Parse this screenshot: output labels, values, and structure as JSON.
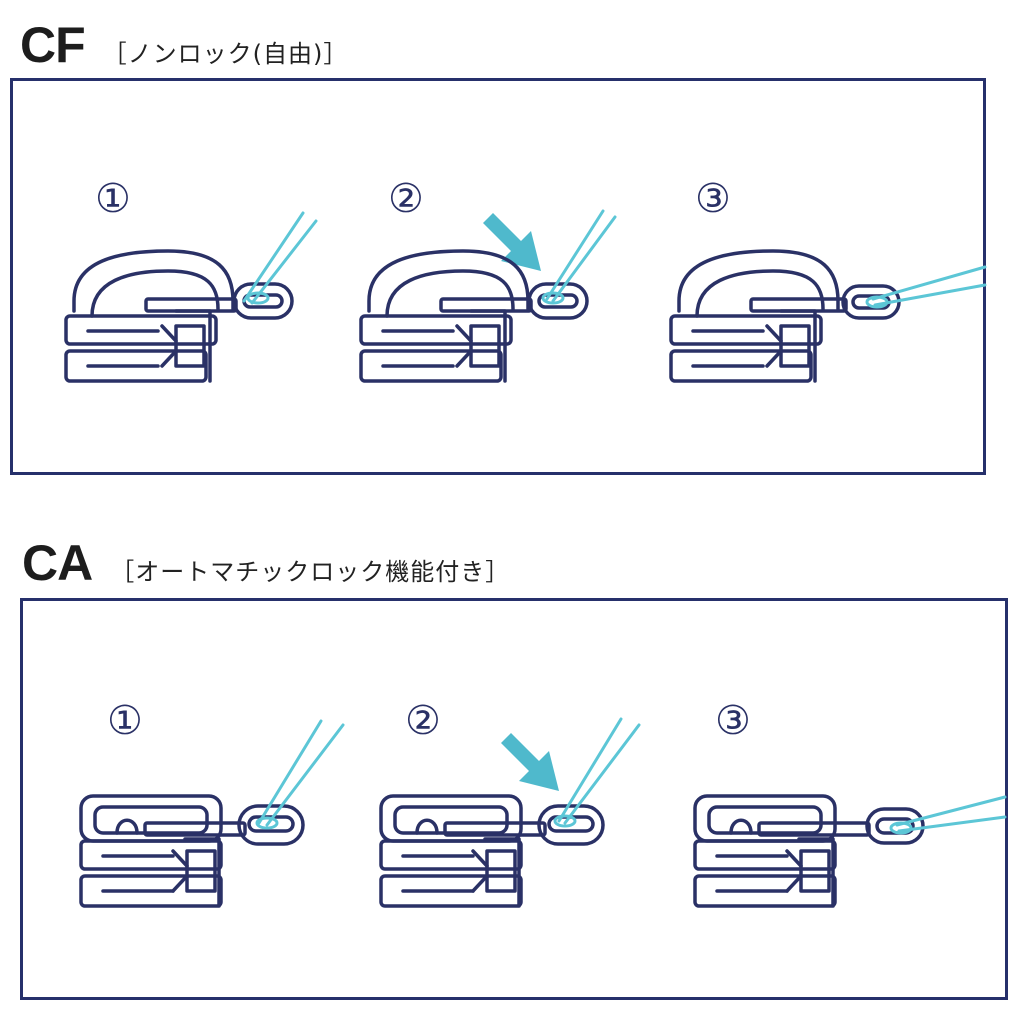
{
  "sections": [
    {
      "code": "CF",
      "subtitle": "［ノンロック(自由)］",
      "steps": [
        {
          "label": "①"
        },
        {
          "label": "②"
        },
        {
          "label": "③"
        }
      ]
    },
    {
      "code": "CA",
      "subtitle": "［オートマチックロック機能付き］",
      "steps": [
        {
          "label": "①"
        },
        {
          "label": "②"
        },
        {
          "label": "③"
        }
      ]
    }
  ],
  "colors": {
    "outline": "#2a3166",
    "cord": "#5cc6d6",
    "arrow": "#4fb9cc",
    "border": "#26306b"
  }
}
